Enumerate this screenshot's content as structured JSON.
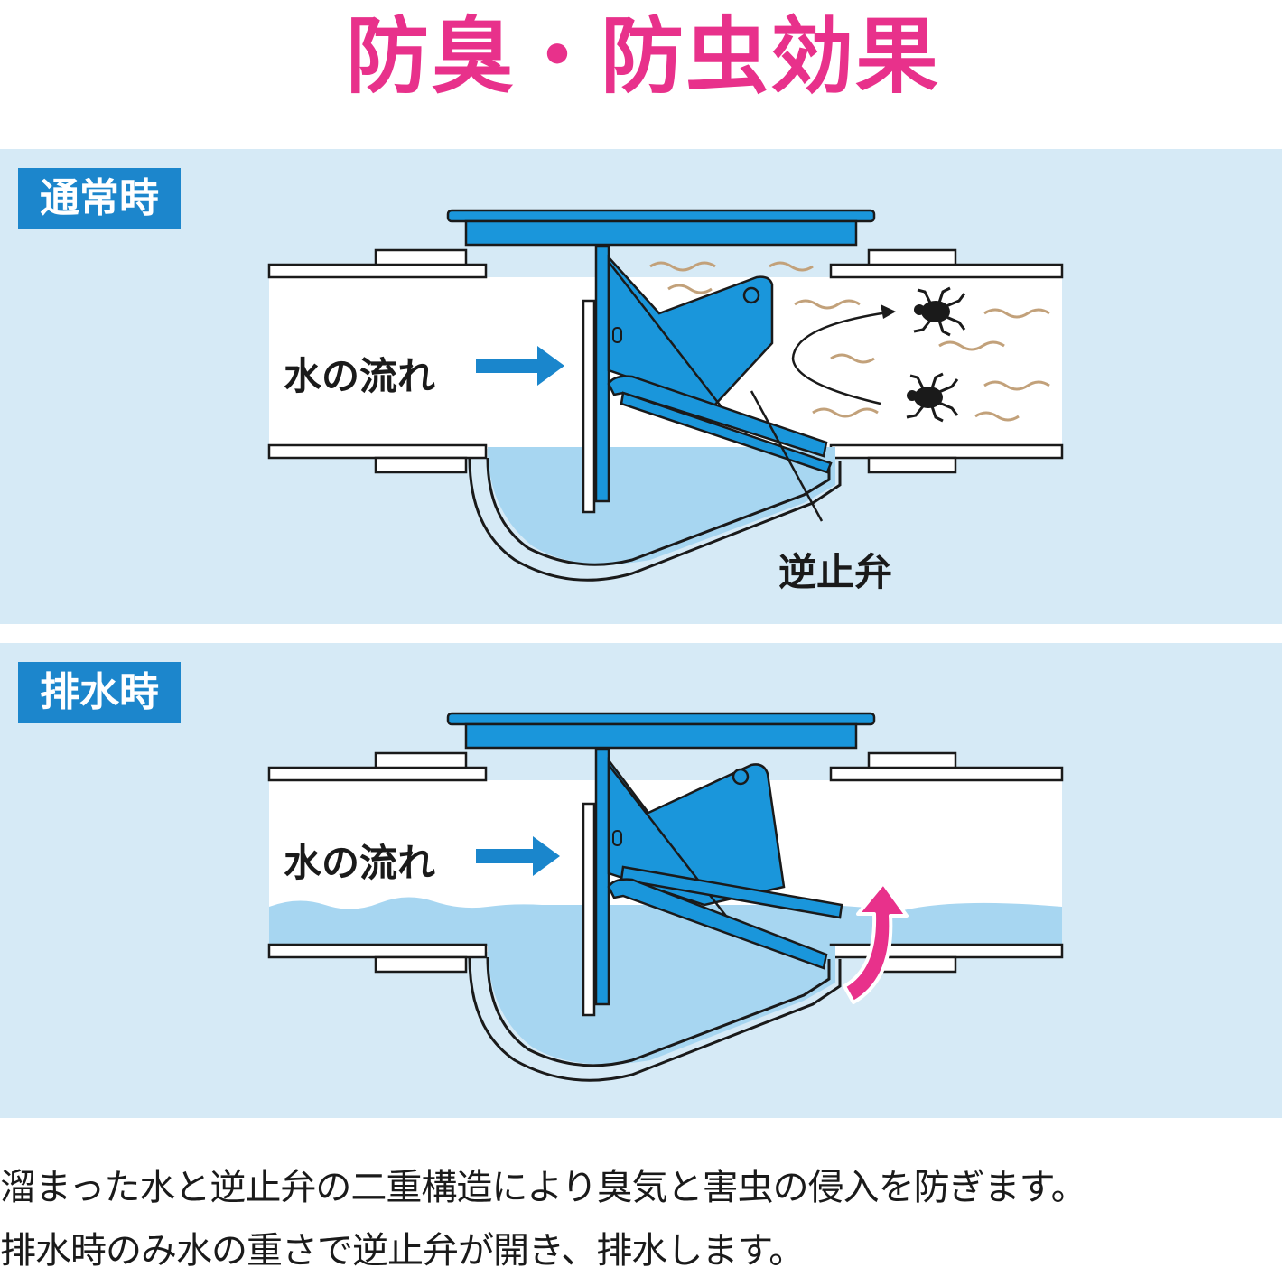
{
  "title": "防臭・防虫効果",
  "panels": {
    "normal": {
      "badge": "通常時",
      "flow_label": "水の流れ",
      "valve_label": "逆止弁"
    },
    "drain": {
      "badge": "排水時",
      "flow_label": "水の流れ"
    }
  },
  "caption": {
    "line1": "溜まった水と逆止弁の二重構造により臭気と害虫の侵入を防ぎます。",
    "line2": "排水時のみ水の重さで逆止弁が開き、排水します。"
  },
  "colors": {
    "title": "#e8318b",
    "badge_bg": "#1c86cc",
    "panel_bg": "#d6eaf6",
    "valve": "#1a96db",
    "water": "#a7d6f1",
    "arrow_up": "#e8318b",
    "odor": "#c2a17a"
  },
  "icons": [
    "flow-arrow-icon",
    "bug-icon",
    "curved-arrow-icon",
    "drain-up-arrow-icon"
  ]
}
